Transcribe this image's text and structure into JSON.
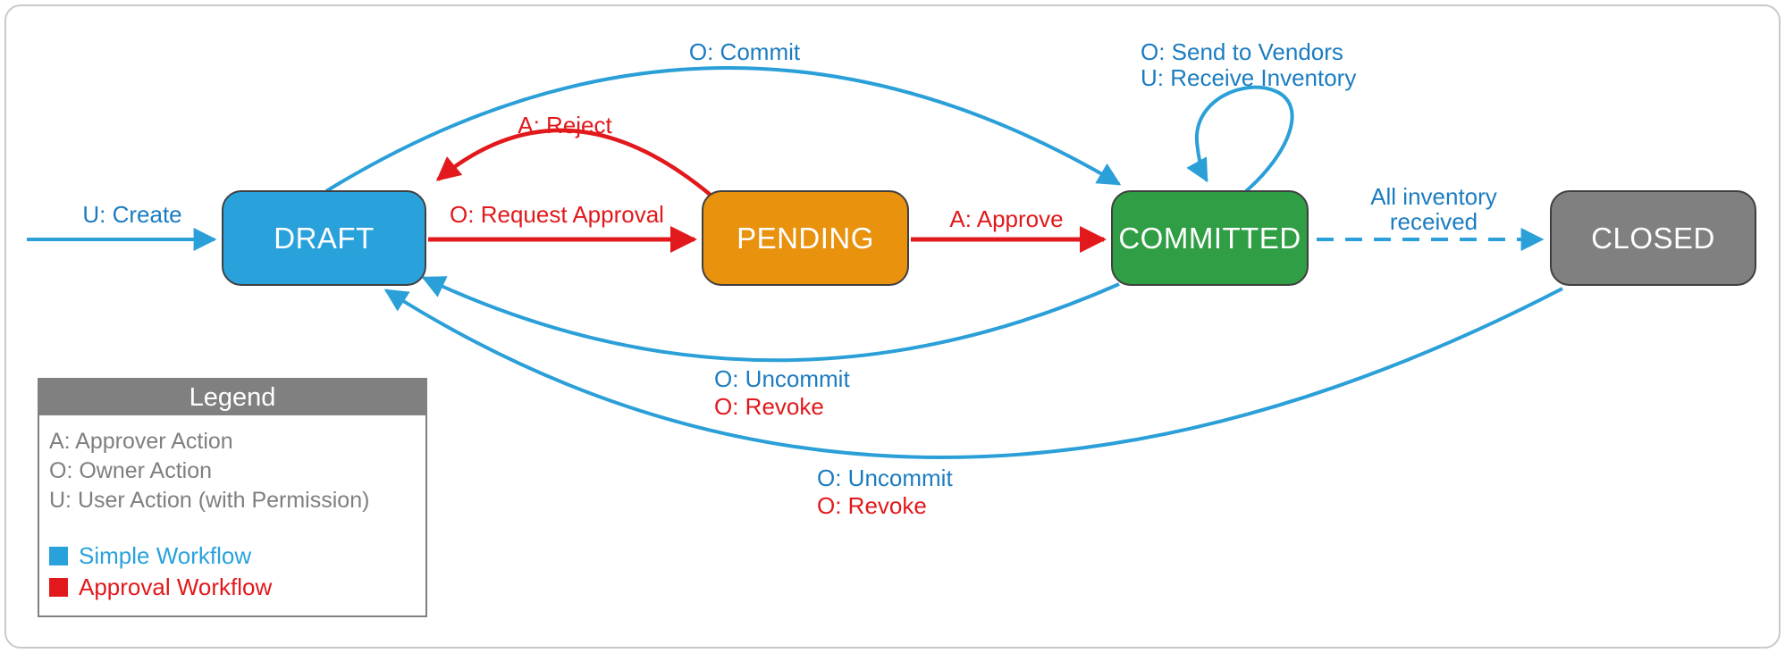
{
  "colors": {
    "blue_fill": "#29a2dc",
    "blue_stroke": "#2b9fd8",
    "blue_text": "#1b7cc0",
    "red": "#e1191c",
    "green": "#2f9e44",
    "orange": "#e8920e",
    "gray": "#808080",
    "box_border": "#3f3f3f",
    "legend_text": "#7f7f7f"
  },
  "states": {
    "draft": {
      "label": "DRAFT",
      "color": "#29a2dc"
    },
    "pending": {
      "label": "PENDING",
      "color": "#e8920e"
    },
    "committed": {
      "label": "COMMITTED",
      "color": "#2f9e44"
    },
    "closed": {
      "label": "CLOSED",
      "color": "#808080"
    }
  },
  "transitions": {
    "create": {
      "label": "U: Create",
      "type": "simple"
    },
    "commit": {
      "label": "O: Commit",
      "type": "simple"
    },
    "reject": {
      "label": "A: Reject",
      "type": "approval"
    },
    "request_approval": {
      "label": "O: Request Approval",
      "type": "approval"
    },
    "approve": {
      "label": "A: Approve",
      "type": "approval"
    },
    "self_loop": {
      "line1": "O: Send to Vendors",
      "line2": "U: Receive Inventory",
      "type": "simple"
    },
    "close": {
      "line1": "All inventory",
      "line2": "received",
      "type": "simple-dashed"
    },
    "uncommit_from_committed": {
      "uncommit": "O: Uncommit",
      "revoke": "O: Revoke"
    },
    "uncommit_from_closed": {
      "uncommit": "O: Uncommit",
      "revoke": "O: Revoke"
    }
  },
  "legend": {
    "title": "Legend",
    "items": [
      "A: Approver Action",
      "O: Owner Action",
      "U: User Action (with Permission)"
    ],
    "workflows": [
      {
        "label": "Simple Workflow",
        "color": "#29a2dc"
      },
      {
        "label": "Approval Workflow",
        "color": "#e1191c"
      }
    ]
  }
}
